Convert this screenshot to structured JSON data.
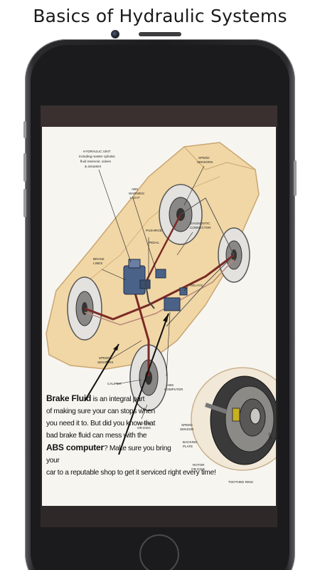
{
  "header": {
    "title": "Basics of Hydraulic Systems"
  },
  "diagram_labels": {
    "hydraulic_unit": "HYDRAULIC UNIT",
    "hydraulic_unit_sub1": "including master cylinder,",
    "hydraulic_unit_sub2": "fluid reservoir, valves",
    "hydraulic_unit_sub3": "& actuators",
    "abs_warning_light_1": "ABS",
    "abs_warning_light_2": "WARNING",
    "abs_warning_light_3": "LIGHT",
    "pushrod": "PUSHROD",
    "pedal": "PEDAL",
    "speed_sensors_top_1": "SPEED",
    "speed_sensors_top_2": "SENSORS",
    "diagnostic_connector_1": "DIAGNOSTIC",
    "diagnostic_connector_2": "CONNECTOR",
    "brake_lines_1": "BRAKE",
    "brake_lines_2": "LINES",
    "relays": "RELAYS",
    "speed_sensors_left_1": "SPEED",
    "speed_sensors_left_2": "SENSORS",
    "caliper": "CALIPER",
    "abs_computer_1": "ABS",
    "abs_computer_2": "COMPUTER",
    "rotor_or_disc_1": "ROTOR",
    "rotor_or_disc_2": "OR DISC",
    "speed_sensor_1": "SPEED",
    "speed_sensor_2": "SENSOR",
    "backing_plate_1": "BACKING",
    "backing_plate_2": "PLATE",
    "rotor_or_disc_b1": "ROTOR",
    "rotor_or_disc_b2": "OR DISC",
    "hub": "HUB",
    "toothed_ring": "TOOTHED RING"
  },
  "caption": {
    "brake_fluid": "Brake Fluid",
    "line1_rest": " is an integral part",
    "line2": "of making sure your can stops when",
    "line3": "you need it to.  But did you know that",
    "line4": "bad brake fluid can mess with the",
    "abs_computer": "ABS computer",
    "line5_rest": "?  Make sure you bring your",
    "line6": "car to a reputable shop to get it serviced right every time!"
  }
}
